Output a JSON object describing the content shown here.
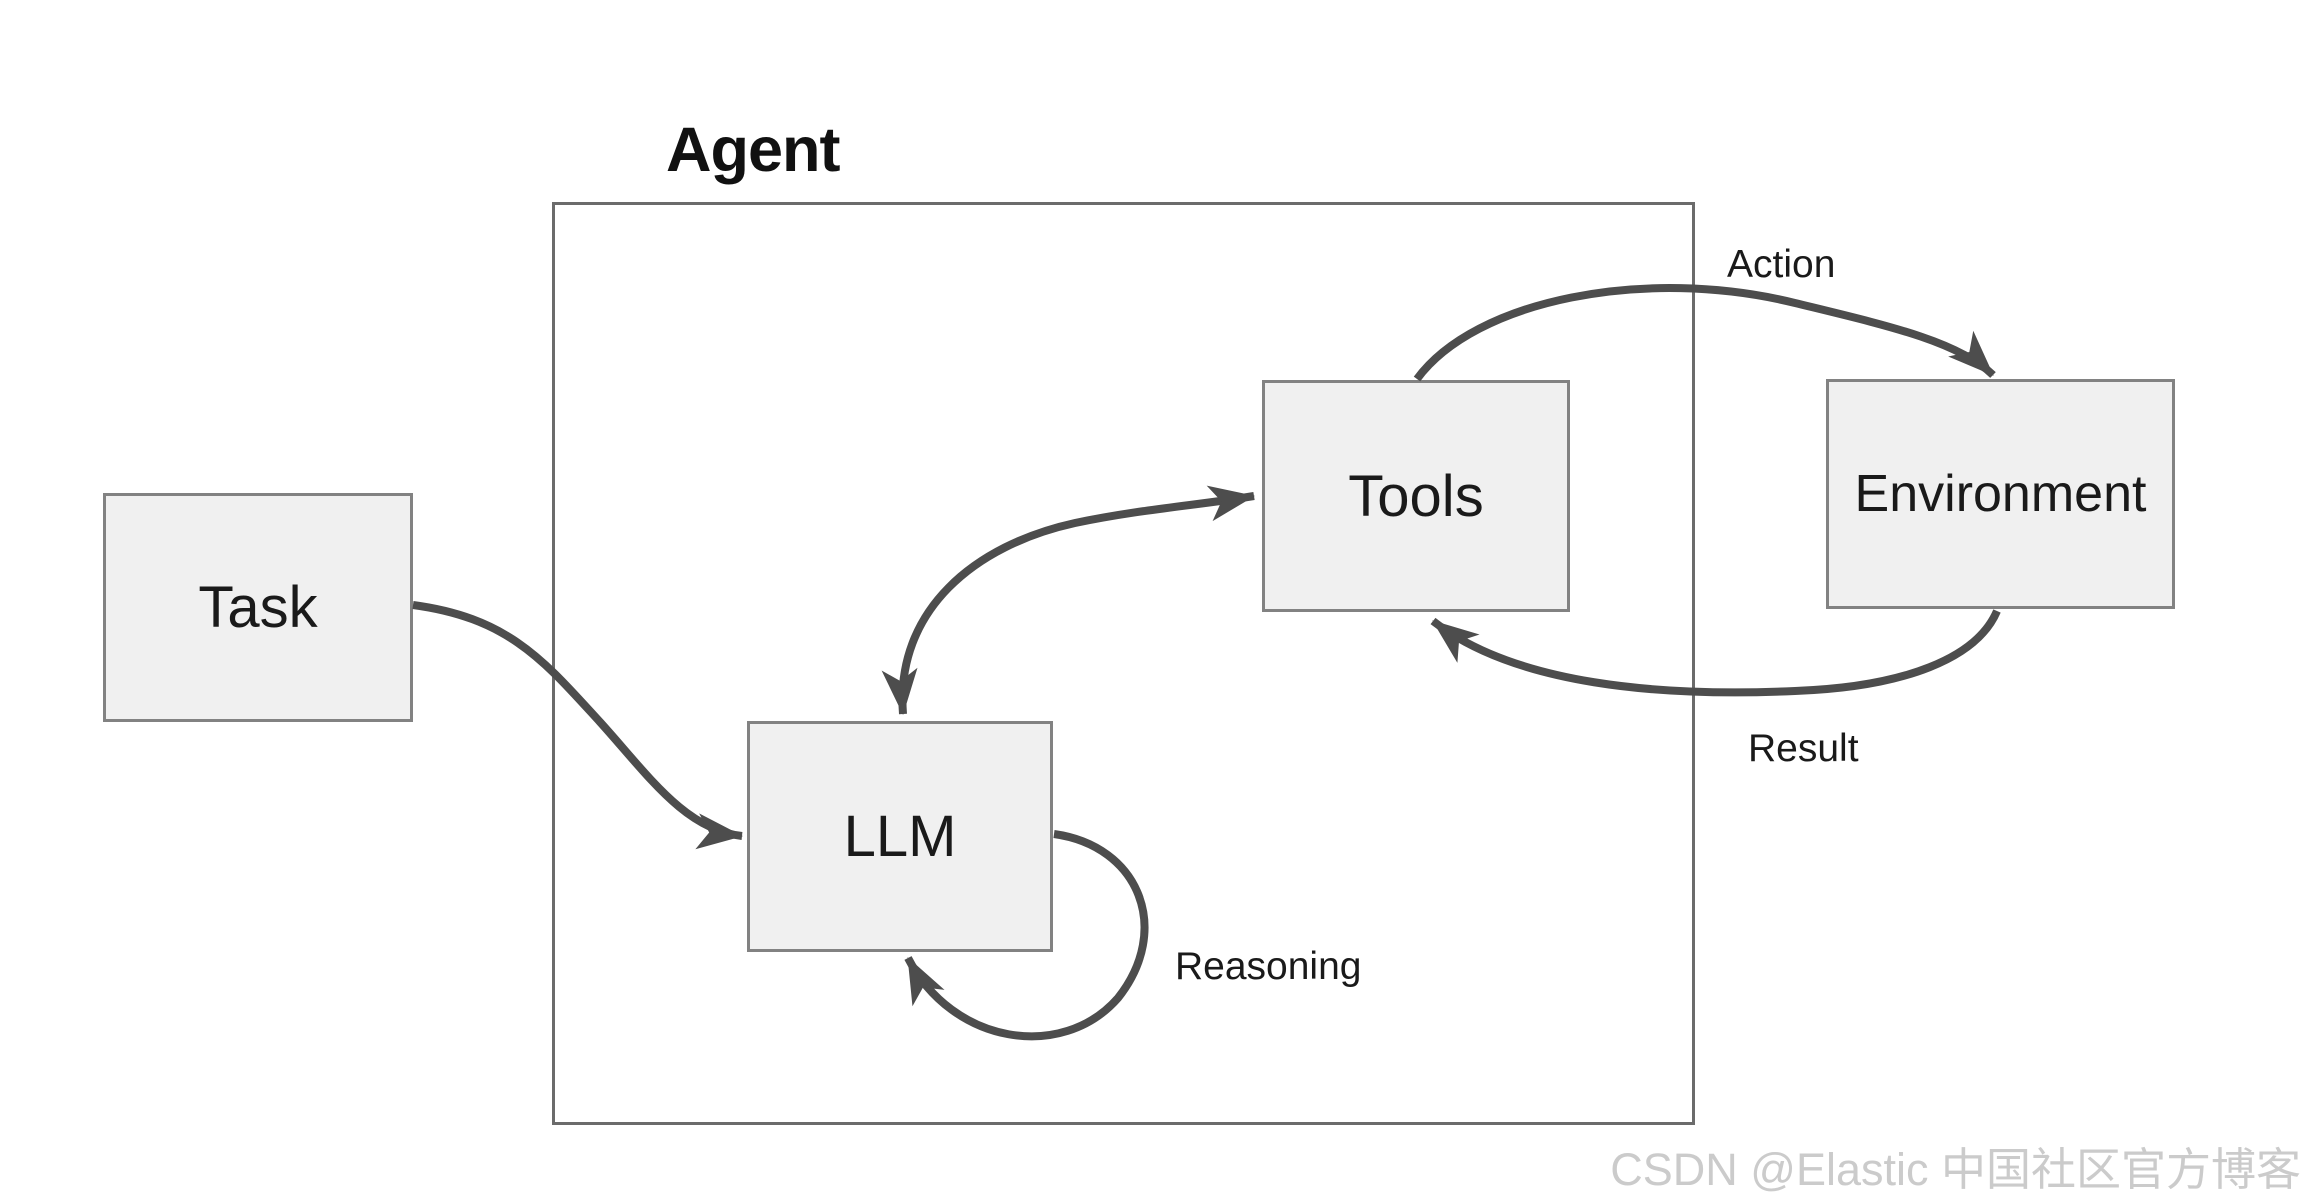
{
  "diagram": {
    "title": "Agent",
    "nodes": [
      {
        "id": "task",
        "label": "Task"
      },
      {
        "id": "llm",
        "label": "LLM"
      },
      {
        "id": "tools",
        "label": "Tools"
      },
      {
        "id": "environment",
        "label": "Environment"
      }
    ],
    "edges": [
      {
        "id": "task-to-llm",
        "from": "task",
        "to": "llm",
        "label": "",
        "arrows": "end"
      },
      {
        "id": "llm-tools",
        "from": "llm",
        "to": "tools",
        "label": "",
        "arrows": "both"
      },
      {
        "id": "tools-to-environment",
        "from": "tools",
        "to": "environment",
        "label": "Action",
        "arrows": "end"
      },
      {
        "id": "environment-to-tools",
        "from": "environment",
        "to": "tools",
        "label": "Result",
        "arrows": "end"
      },
      {
        "id": "llm-self-loop",
        "from": "llm",
        "to": "llm",
        "label": "Reasoning",
        "arrows": "end"
      }
    ]
  },
  "watermark": {
    "text": "CSDN @Elastic 中国社区官方博客"
  },
  "theme": {
    "background": "#ffffff",
    "node_fill": "#f0f0f0",
    "node_border": "#828282",
    "frame_border": "#6b6b6b",
    "arrow": "#4d4d4d",
    "text": "#1a1a1a",
    "watermark_color": "#cbcbcb"
  }
}
